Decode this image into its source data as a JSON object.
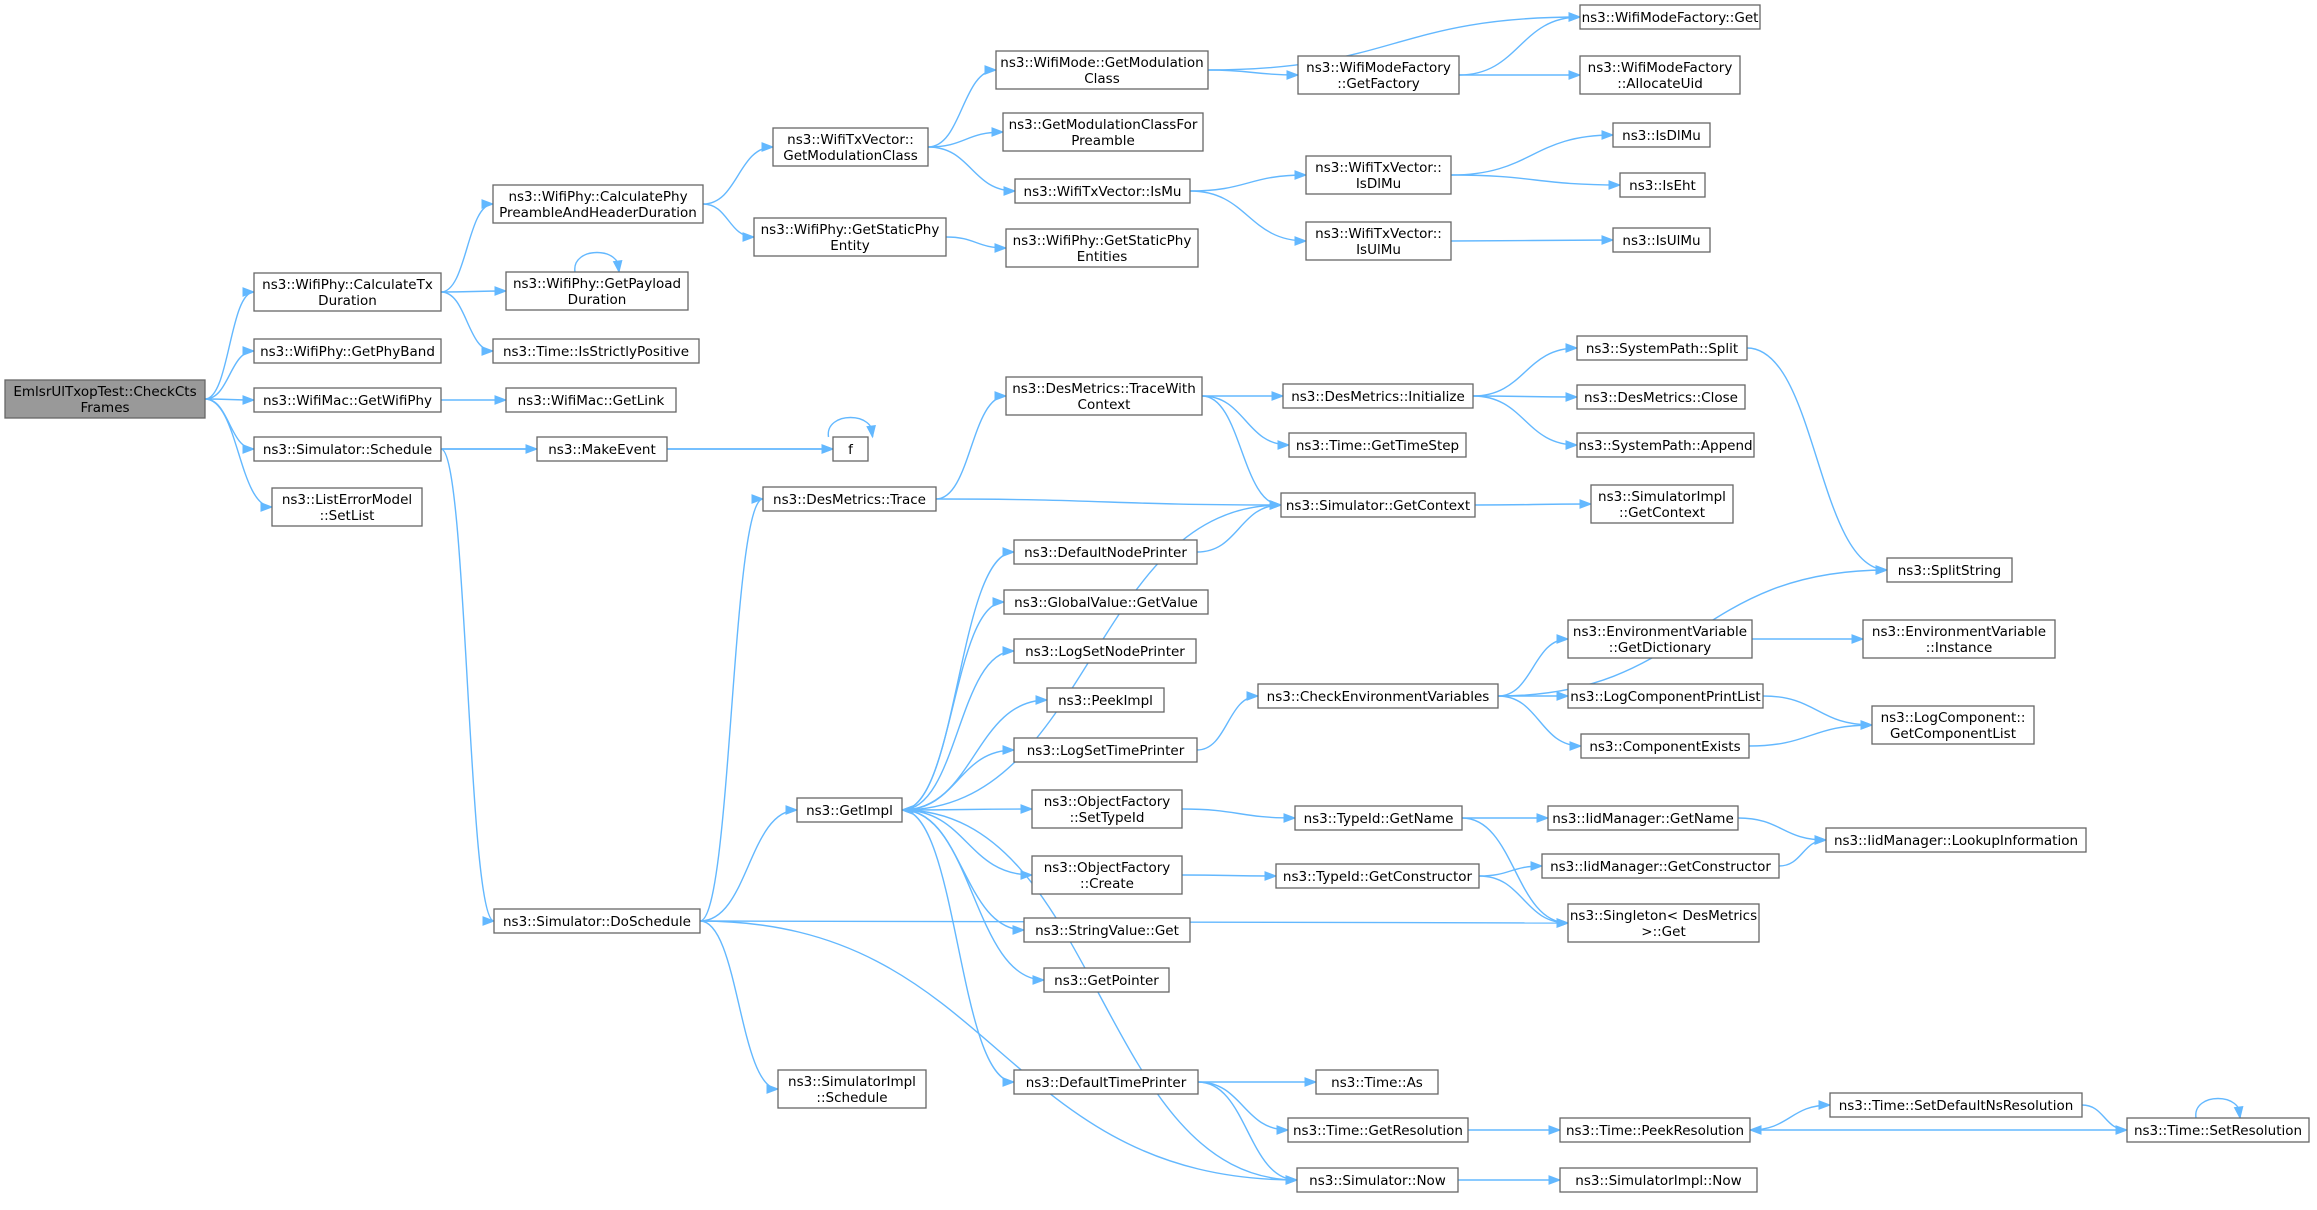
{
  "colors": {
    "edge": "#63b8ff",
    "node_border": "#666666",
    "node_fill": "#ffffff",
    "root_fill": "#999999",
    "text": "#000000"
  },
  "nodes": [
    {
      "id": "root",
      "lines": [
        "EmlsrUlTxopTest::CheckCts",
        "Frames"
      ],
      "root": true
    },
    {
      "id": "calcTx",
      "lines": [
        "ns3::WifiPhy::CalculateTx",
        "Duration"
      ]
    },
    {
      "id": "getPhyBand",
      "lines": [
        "ns3::WifiPhy::GetPhyBand"
      ]
    },
    {
      "id": "getWifiPhy",
      "lines": [
        "ns3::WifiMac::GetWifiPhy"
      ]
    },
    {
      "id": "schedule",
      "lines": [
        "ns3::Simulator::Schedule"
      ]
    },
    {
      "id": "setList",
      "lines": [
        "ns3::ListErrorModel",
        "::SetList"
      ]
    },
    {
      "id": "calcPreamble",
      "lines": [
        "ns3::WifiPhy::CalculatePhy",
        "PreambleAndHeaderDuration"
      ]
    },
    {
      "id": "getPayload",
      "lines": [
        "ns3::WifiPhy::GetPayload",
        "Duration"
      ]
    },
    {
      "id": "isStrictly",
      "lines": [
        "ns3::Time::IsStrictlyPositive"
      ]
    },
    {
      "id": "getLink",
      "lines": [
        "ns3::WifiMac::GetLink"
      ]
    },
    {
      "id": "makeEvent",
      "lines": [
        "ns3::MakeEvent"
      ]
    },
    {
      "id": "f",
      "lines": [
        "f"
      ]
    },
    {
      "id": "doSchedule",
      "lines": [
        "ns3::Simulator::DoSchedule"
      ]
    },
    {
      "id": "txvGetMod",
      "lines": [
        "ns3::WifiTxVector::",
        "GetModulationClass"
      ]
    },
    {
      "id": "getStaticPhy",
      "lines": [
        "ns3::WifiPhy::GetStaticPhy",
        "Entity"
      ]
    },
    {
      "id": "desTrace",
      "lines": [
        "ns3::DesMetrics::Trace"
      ]
    },
    {
      "id": "getImpl",
      "lines": [
        "ns3::GetImpl"
      ]
    },
    {
      "id": "implSchedule",
      "lines": [
        "ns3::SimulatorImpl",
        "::Schedule"
      ]
    },
    {
      "id": "modeGetMod",
      "lines": [
        "ns3::WifiMode::GetModulation",
        "Class"
      ]
    },
    {
      "id": "getModPre",
      "lines": [
        "ns3::GetModulationClassFor",
        "Preamble"
      ]
    },
    {
      "id": "txvIsMu",
      "lines": [
        "ns3::WifiTxVector::IsMu"
      ]
    },
    {
      "id": "staticEntities",
      "lines": [
        "ns3::WifiPhy::GetStaticPhy",
        "Entities"
      ]
    },
    {
      "id": "traceWith",
      "lines": [
        "ns3::DesMetrics::TraceWith",
        "Context"
      ]
    },
    {
      "id": "defNodePrinter",
      "lines": [
        "ns3::DefaultNodePrinter"
      ]
    },
    {
      "id": "gvGetValue",
      "lines": [
        "ns3::GlobalValue::GetValue"
      ]
    },
    {
      "id": "logSetNode",
      "lines": [
        "ns3::LogSetNodePrinter"
      ]
    },
    {
      "id": "peekImpl",
      "lines": [
        "ns3::PeekImpl"
      ]
    },
    {
      "id": "logSetTime",
      "lines": [
        "ns3::LogSetTimePrinter"
      ]
    },
    {
      "id": "ofSetTypeId",
      "lines": [
        "ns3::ObjectFactory",
        "::SetTypeId"
      ]
    },
    {
      "id": "ofCreate",
      "lines": [
        "ns3::ObjectFactory",
        "::Create"
      ]
    },
    {
      "id": "svGet",
      "lines": [
        "ns3::StringValue::Get"
      ]
    },
    {
      "id": "getPointer",
      "lines": [
        "ns3::GetPointer"
      ]
    },
    {
      "id": "defTimePrinter",
      "lines": [
        "ns3::DefaultTimePrinter"
      ]
    },
    {
      "id": "wmfGetFactory",
      "lines": [
        "ns3::WifiModeFactory",
        "::GetFactory"
      ]
    },
    {
      "id": "txvIsDlMu",
      "lines": [
        "ns3::WifiTxVector::",
        "IsDlMu"
      ]
    },
    {
      "id": "txvIsUlMu",
      "lines": [
        "ns3::WifiTxVector::",
        "IsUlMu"
      ]
    },
    {
      "id": "desInit",
      "lines": [
        "ns3::DesMetrics::Initialize"
      ]
    },
    {
      "id": "getTimeStep",
      "lines": [
        "ns3::Time::GetTimeStep"
      ]
    },
    {
      "id": "simGetContext",
      "lines": [
        "ns3::Simulator::GetContext"
      ]
    },
    {
      "id": "checkEnv",
      "lines": [
        "ns3::CheckEnvironmentVariables"
      ]
    },
    {
      "id": "tidGetName",
      "lines": [
        "ns3::TypeId::GetName"
      ]
    },
    {
      "id": "tidGetCtor",
      "lines": [
        "ns3::TypeId::GetConstructor"
      ]
    },
    {
      "id": "timeAs",
      "lines": [
        "ns3::Time::As"
      ]
    },
    {
      "id": "timeGetRes",
      "lines": [
        "ns3::Time::GetResolution"
      ]
    },
    {
      "id": "simNow",
      "lines": [
        "ns3::Simulator::Now"
      ]
    },
    {
      "id": "wmfGet",
      "lines": [
        "ns3::WifiModeFactory::Get"
      ]
    },
    {
      "id": "wmfAlloc",
      "lines": [
        "ns3::WifiModeFactory",
        "::AllocateUid"
      ]
    },
    {
      "id": "isDlMu",
      "lines": [
        "ns3::IsDlMu"
      ]
    },
    {
      "id": "isEht",
      "lines": [
        "ns3::IsEht"
      ]
    },
    {
      "id": "isUlMu",
      "lines": [
        "ns3::IsUlMu"
      ]
    },
    {
      "id": "spSplit",
      "lines": [
        "ns3::SystemPath::Split"
      ]
    },
    {
      "id": "desClose",
      "lines": [
        "ns3::DesMetrics::Close"
      ]
    },
    {
      "id": "spAppend",
      "lines": [
        "ns3::SystemPath::Append"
      ]
    },
    {
      "id": "implGetContext",
      "lines": [
        "ns3::SimulatorImpl",
        "::GetContext"
      ]
    },
    {
      "id": "envGetDict",
      "lines": [
        "ns3::EnvironmentVariable",
        "::GetDictionary"
      ]
    },
    {
      "id": "logCompPrint",
      "lines": [
        "ns3::LogComponentPrintList"
      ]
    },
    {
      "id": "compExists",
      "lines": [
        "ns3::ComponentExists"
      ]
    },
    {
      "id": "iidGetName",
      "lines": [
        "ns3::IidManager::GetName"
      ]
    },
    {
      "id": "iidGetCtor",
      "lines": [
        "ns3::IidManager::GetConstructor"
      ]
    },
    {
      "id": "singletonGet",
      "lines": [
        "ns3::Singleton< DesMetrics",
        " >::Get"
      ]
    },
    {
      "id": "timePeekRes",
      "lines": [
        "ns3::Time::PeekResolution"
      ]
    },
    {
      "id": "implNow",
      "lines": [
        "ns3::SimulatorImpl::Now"
      ]
    },
    {
      "id": "splitString",
      "lines": [
        "ns3::SplitString"
      ]
    },
    {
      "id": "envInstance",
      "lines": [
        "ns3::EnvironmentVariable",
        "::Instance"
      ]
    },
    {
      "id": "logCompList",
      "lines": [
        "ns3::LogComponent::",
        "GetComponentList"
      ]
    },
    {
      "id": "iidLookup",
      "lines": [
        "ns3::IidManager::LookupInformation"
      ]
    },
    {
      "id": "setDefaultNs",
      "lines": [
        "ns3::Time::SetDefaultNsResolution"
      ]
    },
    {
      "id": "setRes",
      "lines": [
        "ns3::Time::SetResolution"
      ]
    }
  ],
  "edges": [
    [
      "root",
      "calcTx"
    ],
    [
      "root",
      "getPhyBand"
    ],
    [
      "root",
      "getWifiPhy"
    ],
    [
      "root",
      "schedule"
    ],
    [
      "root",
      "setList"
    ],
    [
      "calcTx",
      "calcPreamble"
    ],
    [
      "calcTx",
      "getPayload"
    ],
    [
      "calcTx",
      "isStrictly"
    ],
    [
      "getPayload",
      "getPayload"
    ],
    [
      "getWifiPhy",
      "getLink"
    ],
    [
      "schedule",
      "makeEvent"
    ],
    [
      "schedule",
      "f"
    ],
    [
      "schedule",
      "doSchedule"
    ],
    [
      "makeEvent",
      "f"
    ],
    [
      "f",
      "f"
    ],
    [
      "calcPreamble",
      "txvGetMod"
    ],
    [
      "calcPreamble",
      "getStaticPhy"
    ],
    [
      "txvGetMod",
      "modeGetMod"
    ],
    [
      "txvGetMod",
      "getModPre"
    ],
    [
      "txvGetMod",
      "txvIsMu"
    ],
    [
      "getStaticPhy",
      "staticEntities"
    ],
    [
      "modeGetMod",
      "wmfGetFactory"
    ],
    [
      "modeGetMod",
      "wmfGet"
    ],
    [
      "wmfGetFactory",
      "wmfGet"
    ],
    [
      "wmfGetFactory",
      "wmfAlloc"
    ],
    [
      "txvIsMu",
      "txvIsDlMu"
    ],
    [
      "txvIsMu",
      "txvIsUlMu"
    ],
    [
      "txvIsDlMu",
      "isDlMu"
    ],
    [
      "txvIsDlMu",
      "isEht"
    ],
    [
      "txvIsUlMu",
      "isUlMu"
    ],
    [
      "doSchedule",
      "desTrace"
    ],
    [
      "doSchedule",
      "getImpl"
    ],
    [
      "doSchedule",
      "implSchedule"
    ],
    [
      "doSchedule",
      "singletonGet"
    ],
    [
      "doSchedule",
      "simNow"
    ],
    [
      "desTrace",
      "traceWith"
    ],
    [
      "desTrace",
      "simGetContext"
    ],
    [
      "traceWith",
      "desInit"
    ],
    [
      "traceWith",
      "getTimeStep"
    ],
    [
      "traceWith",
      "simGetContext"
    ],
    [
      "desInit",
      "spSplit"
    ],
    [
      "desInit",
      "desClose"
    ],
    [
      "desInit",
      "spAppend"
    ],
    [
      "spSplit",
      "splitString"
    ],
    [
      "simGetContext",
      "getImpl"
    ],
    [
      "simGetContext",
      "implGetContext"
    ],
    [
      "getImpl",
      "defNodePrinter"
    ],
    [
      "getImpl",
      "gvGetValue"
    ],
    [
      "getImpl",
      "logSetNode"
    ],
    [
      "getImpl",
      "peekImpl"
    ],
    [
      "getImpl",
      "logSetTime"
    ],
    [
      "getImpl",
      "ofSetTypeId"
    ],
    [
      "getImpl",
      "ofCreate"
    ],
    [
      "getImpl",
      "svGet"
    ],
    [
      "getImpl",
      "getPointer"
    ],
    [
      "getImpl",
      "defTimePrinter"
    ],
    [
      "defNodePrinter",
      "simGetContext"
    ],
    [
      "logSetTime",
      "checkEnv"
    ],
    [
      "checkEnv",
      "splitString"
    ],
    [
      "checkEnv",
      "envGetDict"
    ],
    [
      "checkEnv",
      "logCompPrint"
    ],
    [
      "checkEnv",
      "compExists"
    ],
    [
      "envGetDict",
      "envInstance"
    ],
    [
      "logCompPrint",
      "logCompList"
    ],
    [
      "compExists",
      "logCompList"
    ],
    [
      "ofSetTypeId",
      "tidGetName"
    ],
    [
      "ofCreate",
      "tidGetCtor"
    ],
    [
      "tidGetName",
      "iidGetName"
    ],
    [
      "tidGetName",
      "singletonGet"
    ],
    [
      "tidGetCtor",
      "iidGetCtor"
    ],
    [
      "tidGetCtor",
      "singletonGet"
    ],
    [
      "iidGetName",
      "iidLookup"
    ],
    [
      "iidGetCtor",
      "iidLookup"
    ],
    [
      "defTimePrinter",
      "timeAs"
    ],
    [
      "defTimePrinter",
      "timeGetRes"
    ],
    [
      "defTimePrinter",
      "simNow"
    ],
    [
      "timeGetRes",
      "timePeekRes"
    ],
    [
      "timePeekRes",
      "setDefaultNs"
    ],
    [
      "setDefaultNs",
      "setRes"
    ],
    [
      "setRes",
      "timePeekRes"
    ],
    [
      "setRes",
      "setRes"
    ],
    [
      "simNow",
      "getImpl"
    ],
    [
      "simNow",
      "implNow"
    ]
  ]
}
